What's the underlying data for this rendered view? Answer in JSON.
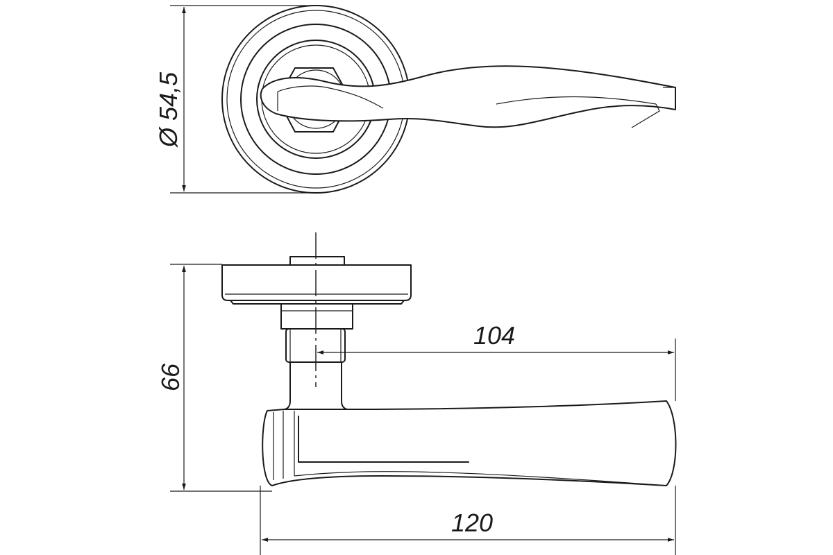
{
  "dimensions": {
    "rosette_diameter": "Ø 54,5",
    "projection": "66",
    "axis_to_tip": "104",
    "total_length": "120"
  }
}
